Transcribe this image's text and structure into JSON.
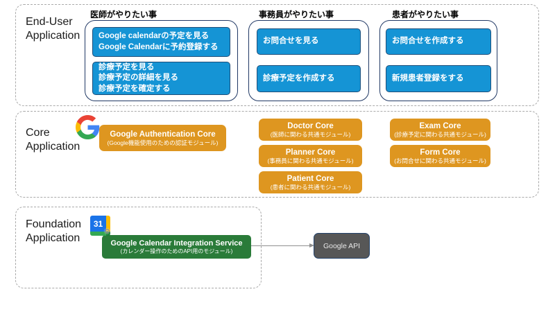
{
  "layers": {
    "end_user": {
      "label": "End-User Application",
      "groups": [
        {
          "title": "医師がやりたい事",
          "boxes": [
            {
              "lines": [
                "Google calendarの予定を見る",
                "Google Calendarに予約登録する"
              ]
            },
            {
              "lines": [
                "診療予定を見る",
                "診療予定の詳細を見る",
                "診療予定を確定する"
              ]
            }
          ]
        },
        {
          "title": "事務員がやりたい事",
          "boxes": [
            {
              "lines": [
                "お問合せを見る"
              ]
            },
            {
              "lines": [
                "診療予定を作成する"
              ]
            }
          ]
        },
        {
          "title": "患者がやりたい事",
          "boxes": [
            {
              "lines": [
                "お問合せを作成する"
              ]
            },
            {
              "lines": [
                "新規患者登録をする"
              ]
            }
          ]
        }
      ]
    },
    "core": {
      "label": "Core Application",
      "modules": [
        {
          "title": "Google Authentication Core",
          "subtitle": "(Google機能使用のための認証モジュール)"
        },
        {
          "title": "Doctor Core",
          "subtitle": "(医師に関わる共通モジュール)"
        },
        {
          "title": "Planner Core",
          "subtitle": "(事務員に関わる共通モジュール)"
        },
        {
          "title": "Patient Core",
          "subtitle": "(患者に関わる共通モジュール)"
        },
        {
          "title": "Exam Core",
          "subtitle": "(診療予定に関わる共通モジュール)"
        },
        {
          "title": "Form Core",
          "subtitle": "(お問合せに関わる共通モジュール)"
        }
      ],
      "icons": {
        "google_logo": "google-g-logo"
      }
    },
    "foundation": {
      "label": "Foundation Application",
      "service": {
        "title": "Google Calendar Integration Service",
        "subtitle": "(カレンダー操作のためのAPI用のモジュール)"
      },
      "external": {
        "label": "Google API"
      },
      "icons": {
        "calendar": "google-calendar-icon",
        "calendar_day": "31",
        "gear": "⚙"
      }
    }
  },
  "colors": {
    "task_blue": "#1594d5",
    "group_border_navy": "#203864",
    "module_orange": "#de9620",
    "service_green": "#2a7b39",
    "external_gray": "#575757",
    "layer_dash_gray": "#a9a9a9"
  }
}
